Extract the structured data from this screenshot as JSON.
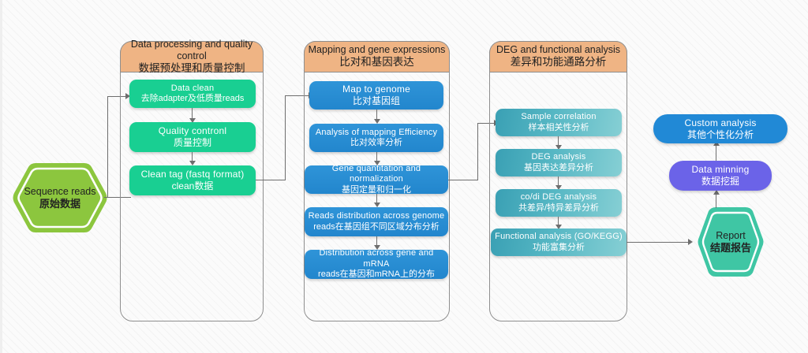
{
  "diagram": {
    "title_hidden": "",
    "start_node": {
      "en": "Sequence reads",
      "cn": "原始数据",
      "color": "#8cc63e"
    },
    "report_node": {
      "en": "Report",
      "cn": "结题报告",
      "color": "#3fc6a4"
    },
    "panels": [
      {
        "id": "panel-data-processing",
        "header": {
          "en": "Data processing and quality control",
          "cn": "数据预处理和质量控制",
          "color": "#efb484"
        },
        "nodes": [
          {
            "en": "Data clean",
            "cn": "去除adapter及低质量reads",
            "color": "#19cf92"
          },
          {
            "en": "Quality contronl",
            "cn": "质量控制",
            "color": "#19cf92"
          },
          {
            "en": "Clean tag (fastq format)",
            "cn": "clean数据",
            "color": "#19cf92"
          }
        ]
      },
      {
        "id": "panel-mapping",
        "header": {
          "en": "Mapping and gene  expressions",
          "cn": "比对和基因表达",
          "color": "#efb484"
        },
        "nodes": [
          {
            "en": "Map to genome",
            "cn": "比对基因组",
            "color": "#2286cd"
          },
          {
            "en": "Analysis of mapping Efficiency",
            "cn": "比对效率分析",
            "color": "#2286cd"
          },
          {
            "en": "Gene quantitation and normalization",
            "cn": "基因定量和归一化",
            "color": "#2286cd"
          },
          {
            "en": "Reads distribution across genome",
            "cn": "reads在基因组不同区域分布分析",
            "color": "#2286cd"
          },
          {
            "en": "Distribution across gene and mRNA",
            "cn": "reads在基因和mRNA上的分布",
            "color": "#2286cd"
          }
        ]
      },
      {
        "id": "panel-deg",
        "header": {
          "en": "DEG and functional analysis",
          "cn": "差异和功能通路分析",
          "color": "#efb484"
        },
        "nodes": [
          {
            "en": "Sample correlation",
            "cn": "样本相关性分析",
            "color": "#4aabbd"
          },
          {
            "en": "DEG analysis",
            "cn": "基因表达差异分析",
            "color": "#4aabbd"
          },
          {
            "en": "co/di DEG analysis",
            "cn": "共差异/特异差异分析",
            "color": "#4aabbd"
          },
          {
            "en": "Functional  analysis  (GO/KEGG)",
            "cn": "功能富集分析",
            "color": "#4aabbd"
          }
        ]
      }
    ],
    "right_nodes": [
      {
        "en": "Custom analysis",
        "cn": "其他个性化分析",
        "color": "#2189d6"
      },
      {
        "en": "Data minning",
        "cn": "数据挖掘",
        "color": "#6b63e8"
      }
    ]
  }
}
